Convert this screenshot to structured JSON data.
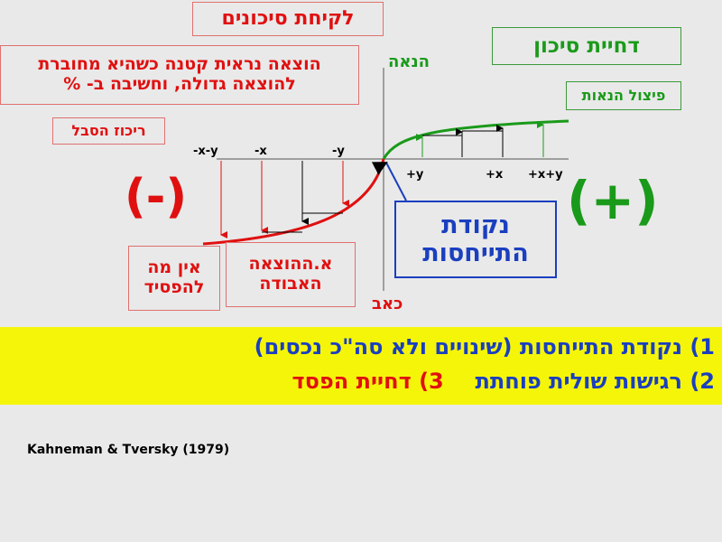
{
  "title_risk_taking": "לקיחת סיכונים",
  "loss_note": "הוצאה נראית קטנה כשהיא מחוברת להוצאה גדולה, וחשיבה ב- %",
  "pain_focus": "ריכוז הסבל",
  "axis_pleasure": "הנאה",
  "axis_pain": "כאב",
  "risk_aversion": "דחיית סיכון",
  "pleasure_spread": "פיצול הנאות",
  "minus_sign": "(-)",
  "plus_sign": "(+)",
  "reference_point": "נקודת התייחסות",
  "nothing_to_lose": "אין מה להפסיד",
  "lost_expense": "א.ההוצאה האבודה",
  "neg_ticks": [
    "-x-y",
    "-x",
    "-y"
  ],
  "pos_ticks": [
    "+y",
    "+x",
    "+x+y"
  ],
  "point1": "1) נקודת התייחסות (שינויים ולא סה\"כ נכסים)",
  "point2": "2) רגישות שולית פוחתת",
  "point3": "3) דחיית הפסד",
  "citation": "Kahneman & Tversky (1979)",
  "colors": {
    "red": "#e01010",
    "green": "#1a9a1a",
    "blue": "#1a3fbf",
    "band": "#f5f50a",
    "bg": "#e9e9e9"
  }
}
